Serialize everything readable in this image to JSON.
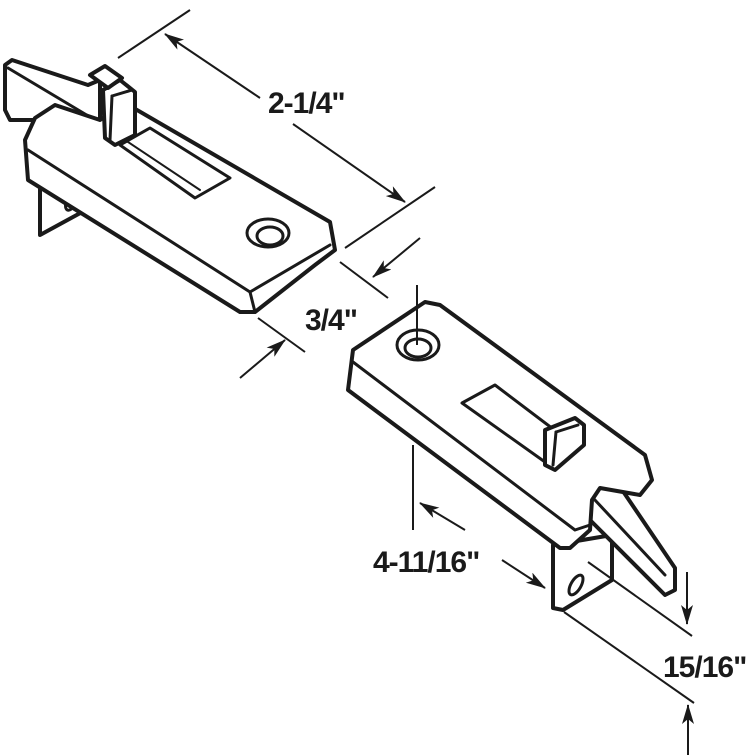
{
  "diagram": {
    "subject": "Window sash lock and keeper set, isometric line drawing",
    "colors": {
      "line": "#1a1a1a",
      "background": "#ffffff"
    },
    "parts": [
      {
        "id": "sash-lock-left",
        "name": "Sash lock (upper-left part)"
      },
      {
        "id": "sash-lock-right",
        "name": "Sash lock (lower-right part)"
      }
    ],
    "dimensions": {
      "length_top": "2-1/4\"",
      "width": "3/4\"",
      "hole_spacing": "4-11/16\"",
      "height": "15/16\""
    }
  }
}
